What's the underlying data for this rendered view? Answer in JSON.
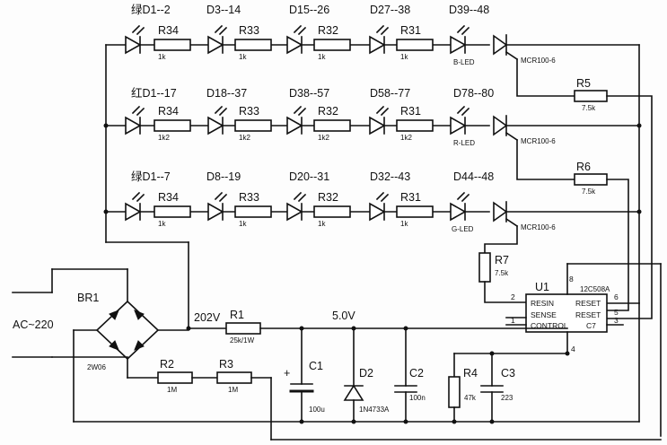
{
  "rows": [
    {
      "leds": [
        "绿D1--2",
        "D3--14",
        "D15--26",
        "D27--38",
        "D39--48"
      ],
      "resistors": [
        "R34",
        "R33",
        "R32",
        "R31"
      ],
      "values": [
        "1k",
        "1k",
        "1k",
        "1k"
      ],
      "led_type": "B-LED",
      "scr": "MCR100-6"
    },
    {
      "leds": [
        "红D1--17",
        "D18--37",
        "D38--57",
        "D58--77",
        "D78--80"
      ],
      "resistors": [
        "R34",
        "R33",
        "R32",
        "R31"
      ],
      "values": [
        "1k2",
        "1k2",
        "1k2",
        "1k2"
      ],
      "led_type": "R-LED",
      "scr": "MCR100-6"
    },
    {
      "leds": [
        "绿D1--7",
        "D8--19",
        "D20--31",
        "D32--43",
        "D44--48"
      ],
      "resistors": [
        "R34",
        "R33",
        "R32",
        "R31"
      ],
      "values": [
        "1k",
        "1k",
        "1k",
        "1k"
      ],
      "led_type": "G-LED",
      "scr": "MCR100-6"
    }
  ],
  "gate_resistors": [
    {
      "ref": "R5",
      "value": "7.5k"
    },
    {
      "ref": "R6",
      "value": "7.5k"
    },
    {
      "ref": "R7",
      "value": "7.5k"
    }
  ],
  "power": {
    "ac_label": "AC~220",
    "bridge": {
      "ref": "BR1",
      "part": "2W06"
    },
    "hv_label": "202V",
    "r1": {
      "ref": "R1",
      "value": "25k/1W"
    },
    "r2": {
      "ref": "R2",
      "value": "1M"
    },
    "r3": {
      "ref": "R3",
      "value": "1M"
    },
    "lv_label": "5.0V",
    "c1": {
      "ref": "C1",
      "value": "100u",
      "polarity": "+"
    },
    "d2": {
      "ref": "D2",
      "value": "1N4733A"
    },
    "c2": {
      "ref": "C2",
      "value": "100n"
    },
    "r4": {
      "ref": "R4",
      "value": "47k"
    },
    "c3": {
      "ref": "C3",
      "value": "223"
    }
  },
  "ic": {
    "ref": "U1",
    "part": "12C508A",
    "left_pins": [
      {
        "num": "2",
        "name": "RESIN"
      },
      {
        "num": "",
        "name": "SENSE"
      },
      {
        "num": "1",
        "name": "CONTROL"
      }
    ],
    "right_pins": [
      {
        "num": "6",
        "name": "RESET"
      },
      {
        "num": "5",
        "name": "RESET"
      },
      {
        "num": "3",
        "name": "C7"
      }
    ],
    "top_pin": "8",
    "bottom_pin": "4"
  }
}
